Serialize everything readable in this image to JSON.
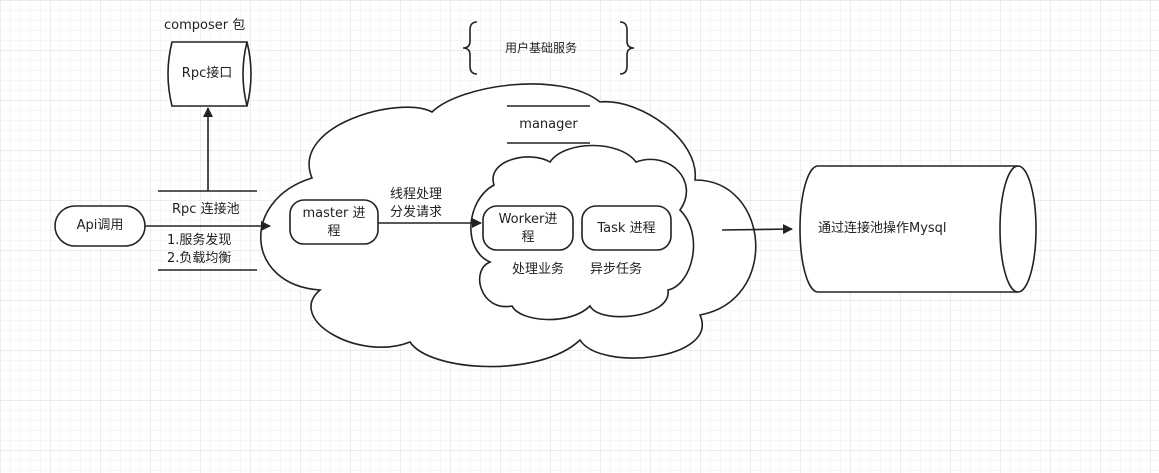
{
  "diagram": {
    "composer_label": "composer 包",
    "rpc_interface": "Rpc接口",
    "user_services": "用户基础服务",
    "manager": "manager",
    "api_call": "Api调用",
    "rpc_pool": {
      "title": "Rpc 连接池",
      "line1": "1.服务发现",
      "line2": "2.负载均衡"
    },
    "master": {
      "line1": "master 进",
      "line2": "程"
    },
    "thread_label": {
      "line1": "线程处理",
      "line2": "分发请求"
    },
    "worker": {
      "line1": "Worker进",
      "line2": "程"
    },
    "task": "Task 进程",
    "worker_caption": "处理业务",
    "task_caption": "异步任务",
    "mysql": "通过连接池操作Mysql"
  }
}
